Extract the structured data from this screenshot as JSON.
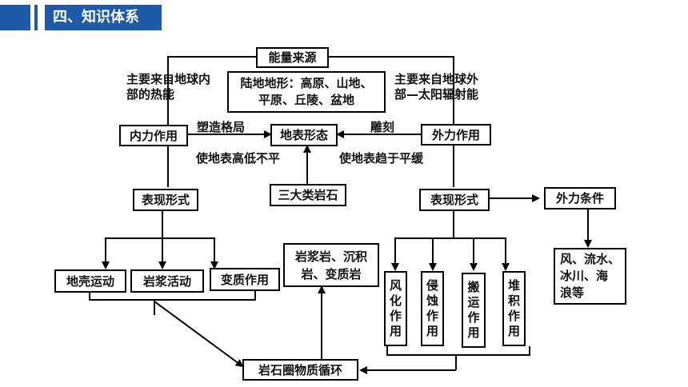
{
  "header": {
    "title": "四、知识体系"
  },
  "nodes": {
    "energy_source": "能量来源",
    "landform_types": "陆地地形：高原、山地、\n平原、丘陵、盆地",
    "internal_force": "内力作用",
    "surface_form": "地表形态",
    "external_force": "外力作用",
    "manifest_left": "表现形式",
    "three_rocks": "三大类岩石",
    "manifest_right": "表现形式",
    "external_conditions": "外力条件",
    "crust_movement": "地壳运动",
    "magma_activity": "岩浆活动",
    "metamorphism": "变质作用",
    "rock_types": "岩浆岩、沉积\n岩、变质岩",
    "weathering": "风\n化\n作\n用",
    "erosion": "侵\n蚀\n作\n用",
    "transport": "搬\n运\n作\n用",
    "deposition": "堆\n积\n作\n用",
    "conditions_list": "风、流水、\n冰川、海\n浪等",
    "rock_cycle": "岩石圈物质循环"
  },
  "labels": {
    "internal_source": "主要来自地球内\n部的热能",
    "external_source": "主要来自地球外\n部—太阳辐射能",
    "shaping": "塑造格局",
    "carving": "雕刻",
    "uneven": "使地表高低不平",
    "flatten": "使地表趋于平缓"
  },
  "colors": {
    "header_bg": "#1f5aa8",
    "line": "#000000"
  }
}
